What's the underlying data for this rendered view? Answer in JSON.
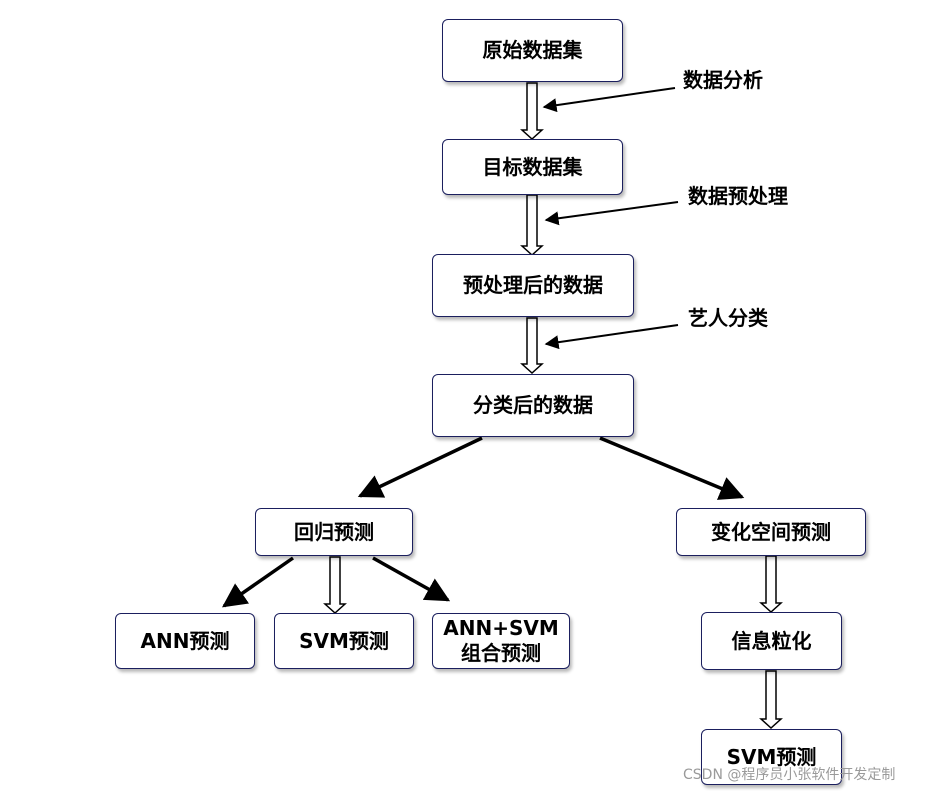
{
  "nodes": {
    "raw_dataset": "原始数据集",
    "target_dataset": "目标数据集",
    "preprocessed_data": "预处理后的数据",
    "classified_data": "分类后的数据",
    "regression_prediction": "回归预测",
    "change_space_prediction": "变化空间预测",
    "ann_prediction": "ANN预测",
    "svm_prediction_left": "SVM预测",
    "ann_svm_combined_line1": "ANN+SVM",
    "ann_svm_combined_line2": "组合预测",
    "info_granulation": "信息粒化",
    "svm_prediction_right": "SVM预测"
  },
  "steps": {
    "data_analysis": "数据分析",
    "data_preprocessing": "数据预处理",
    "artist_classification": "艺人分类"
  },
  "watermark": "CSDN @程序员小张软件开发定制"
}
